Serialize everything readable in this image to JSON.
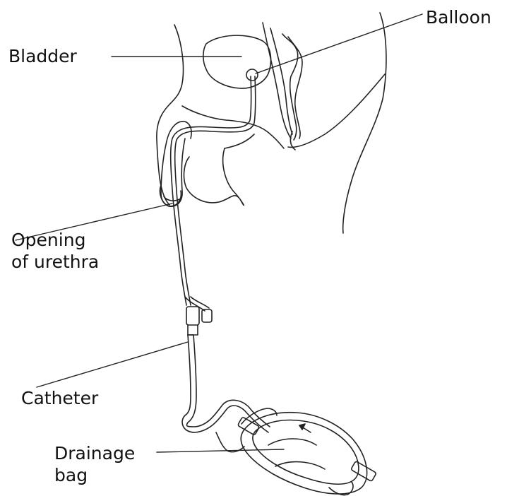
{
  "labels": {
    "balloon": "Balloon",
    "bladder": "Bladder",
    "opening_line1": "Opening",
    "opening_line2": "of urethra",
    "catheter": "Catheter",
    "drainage_line1": "Drainage",
    "drainage_line2": "bag"
  },
  "colors": {
    "ink": "#222222",
    "background": "#ffffff"
  }
}
